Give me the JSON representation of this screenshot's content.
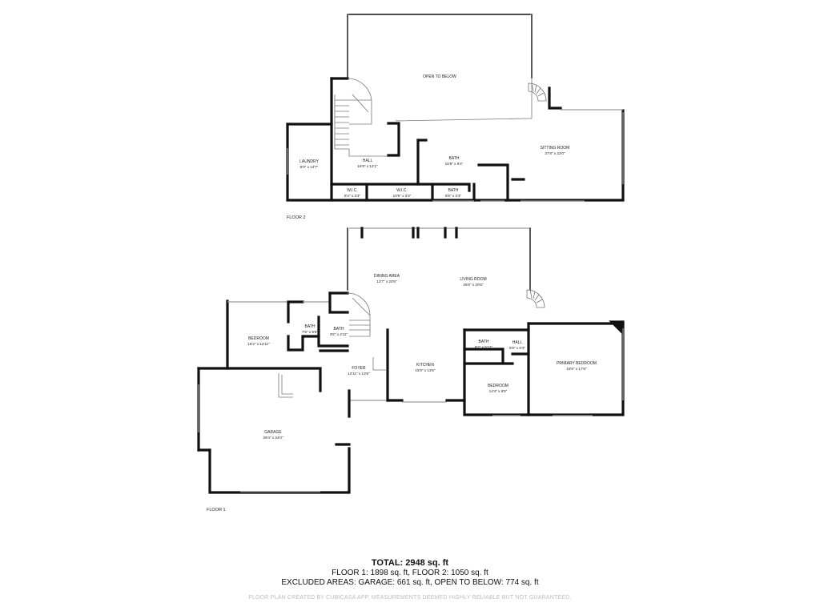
{
  "floors": [
    {
      "label": "FLOOR 2",
      "rooms": [
        {
          "name": "OPEN TO BELOW",
          "dims": ""
        },
        {
          "name": "LAUNDRY",
          "dims": "8'0\" x 14'7\""
        },
        {
          "name": "HALL",
          "dims": "16'9\" x 12'1\""
        },
        {
          "name": "BATH",
          "dims": "15'9\" x 8'4\""
        },
        {
          "name": "SITTING ROOM",
          "dims": "37'8\" x 22'0\""
        },
        {
          "name": "W.I.C.",
          "dims": "8'4\" x 3'3\""
        },
        {
          "name": "W.I.C.",
          "dims": "10'5\" x 3'3\""
        },
        {
          "name": "BATH",
          "dims": "8'9\" x 3'3\""
        }
      ]
    },
    {
      "label": "FLOOR 1",
      "rooms": [
        {
          "name": "DINING AREA",
          "dims": "13'7\" x 20'6\""
        },
        {
          "name": "LIVING ROOM",
          "dims": "25'6\" x 20'6\""
        },
        {
          "name": "BEDROOM",
          "dims": "16'2\" x 12'11\""
        },
        {
          "name": "BATH",
          "dims": "7'8\" x 9'8\""
        },
        {
          "name": "BATH",
          "dims": "3'6\" x 4'11\""
        },
        {
          "name": "FOYER",
          "dims": "12'11\" x 13'6\""
        },
        {
          "name": "KITCHEN",
          "dims": "15'0\" x 13'6\""
        },
        {
          "name": "BATH",
          "dims": "8'2\" x 5'11\""
        },
        {
          "name": "HALL",
          "dims": "5'9\" x 6'3\""
        },
        {
          "name": "PRIMARY BEDROOM",
          "dims": "18'6\" x 17'6\""
        },
        {
          "name": "BEDROOM",
          "dims": "14'4\" x 9'5\""
        },
        {
          "name": "GARAGE",
          "dims": "29'4\" x 24'0\""
        }
      ]
    }
  ],
  "summary": {
    "total": "TOTAL: 2948 sq. ft",
    "floors": "FLOOR 1: 1898 sq. ft, FLOOR 2: 1050 sq. ft",
    "excluded": "EXCLUDED AREAS: GARAGE: 661 sq. ft, OPEN TO BELOW: 774 sq. ft",
    "disclaimer": "FLOOR PLAN CREATED BY CUBICASA APP. MEASUREMENTS DEEMED HIGHLY RELIABLE BUT NOT GUARANTEED."
  }
}
